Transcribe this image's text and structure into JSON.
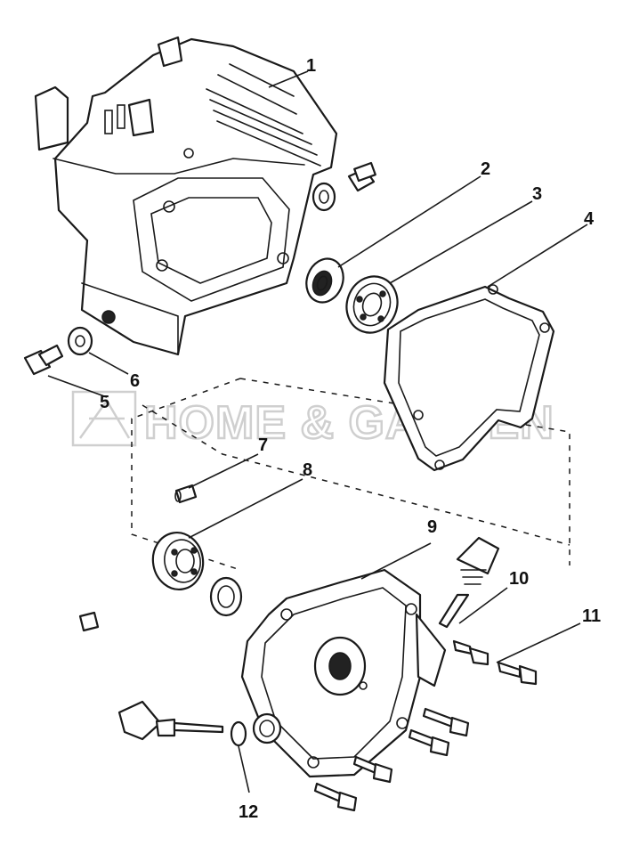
{
  "watermark": {
    "text": "HOME & GARDEN",
    "color": "#cfcfcf"
  },
  "callouts": [
    {
      "number": "1"
    },
    {
      "number": "2"
    },
    {
      "number": "3"
    },
    {
      "number": "4"
    },
    {
      "number": "5"
    },
    {
      "number": "6"
    },
    {
      "number": "7"
    },
    {
      "number": "8"
    },
    {
      "number": "9"
    },
    {
      "number": "10"
    },
    {
      "number": "11"
    },
    {
      "number": "12"
    }
  ],
  "colors": {
    "line": "#1a1a1a",
    "background": "#ffffff"
  }
}
